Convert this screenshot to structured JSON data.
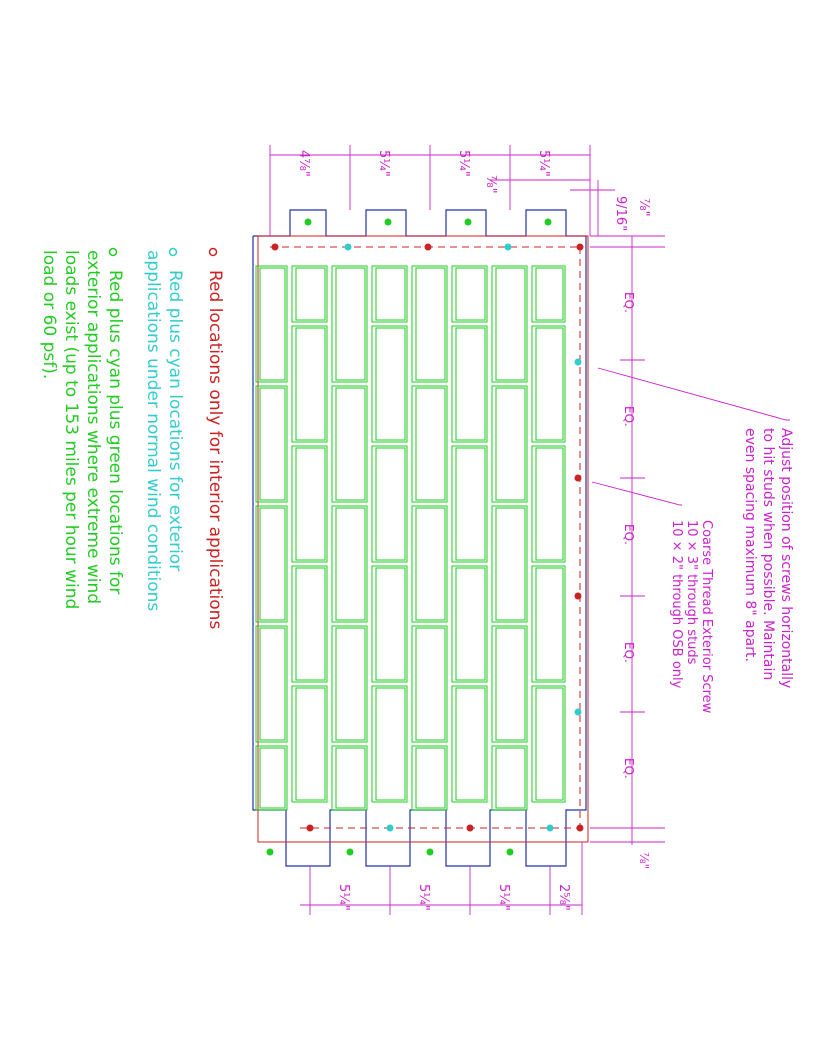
{
  "colors": {
    "red": "#cc2222",
    "cyan": "#33cccc",
    "green": "#22cc22",
    "magenta": "#cc22cc",
    "blue": "#2233aa"
  },
  "notes": {
    "adjust_line1": "Adjust position of screws horizontally",
    "adjust_line2": "to hit studs when possible. Maintain",
    "adjust_line3": "even spacing maximum 8\" apart.",
    "screw_line1": "Coarse Thread Exterior Screw",
    "screw_line2": "10 × 3\" through studs",
    "screw_line3": "10 × 2\" through OSB only"
  },
  "legend": {
    "red_line": "Red locations only for interior applications",
    "cyan_line1": "Red plus cyan locations for exterior",
    "cyan_line2": "applications under normal wind conditions",
    "green_line1": "Red plus cyan plus green locations for",
    "green_line2": "exterior applications where extreme wind",
    "green_line3": "loads exist (up to 153 miles per hour wind",
    "green_line4": "load or 60 psf)."
  },
  "dimensions": {
    "eq": "EQ.",
    "top_labels": [
      "4⅞\"",
      "5¼\"",
      "5¼\"",
      "5¼\"",
      "⅞\"",
      "9/16\""
    ],
    "bottom_labels": [
      "5¼\"",
      "5¼\"",
      "5¼\"",
      "2⅝\""
    ],
    "seven_eighths": "⅞\""
  }
}
